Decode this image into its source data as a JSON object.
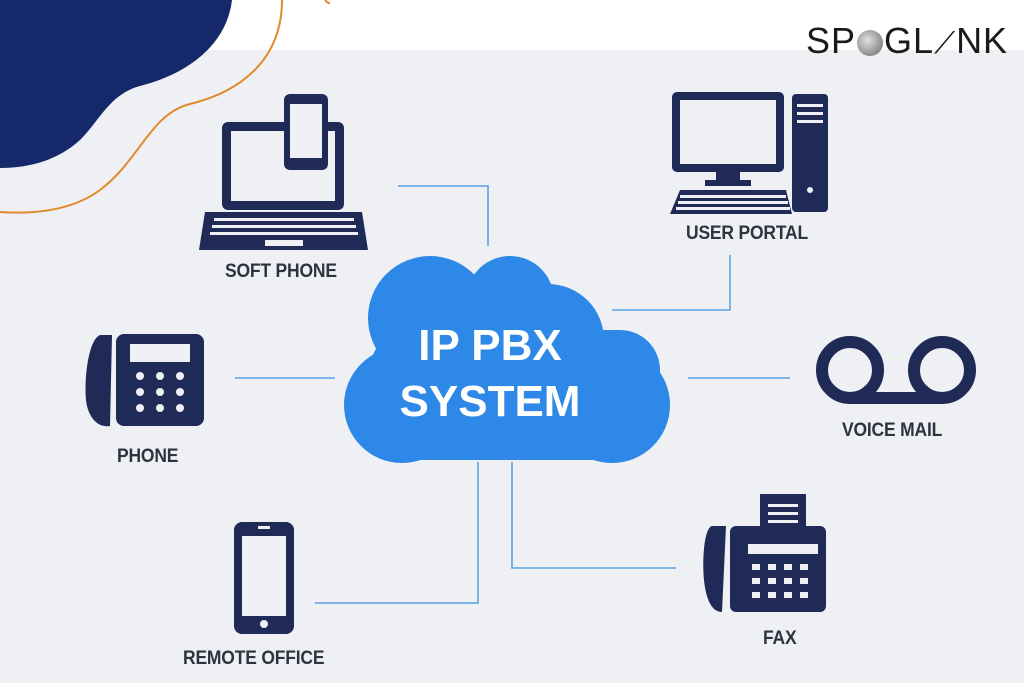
{
  "brand": {
    "prefix": "SP",
    "suffix": "GL",
    "tail": "NK",
    "logo_icon": "moon-icon"
  },
  "center": {
    "line1": "IP PBX",
    "line2": "SYSTEM",
    "color": "#2d88e8"
  },
  "nodes": [
    {
      "id": "soft-phone",
      "label": "SOFT PHONE",
      "icon": "laptop-phone-icon"
    },
    {
      "id": "user-portal",
      "label": "USER PORTAL",
      "icon": "desktop-computer-icon"
    },
    {
      "id": "phone",
      "label": "PHONE",
      "icon": "desk-phone-icon"
    },
    {
      "id": "voice-mail",
      "label": "VOICE MAIL",
      "icon": "voicemail-icon"
    },
    {
      "id": "remote-office",
      "label": "REMOTE OFFICE",
      "icon": "mobile-phone-icon"
    },
    {
      "id": "fax",
      "label": "FAX",
      "icon": "fax-machine-icon"
    }
  ],
  "colors": {
    "icon": "#1f2a56",
    "line": "#5aa3e6",
    "corner": "#152a6b",
    "corner_stroke": "#e08a2a"
  }
}
